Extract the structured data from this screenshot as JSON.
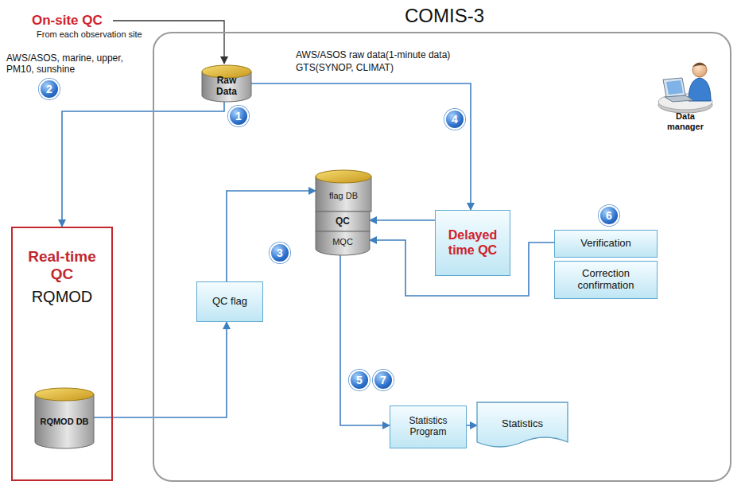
{
  "diagram": {
    "nodes": [
      {
        "text": [
          "COMIS-3"
        ]
      },
      {
        "text": [
          "Raw Data"
        ],
        "in": 0
      },
      {
        "text": [
          "Real-time QC",
          "RQMOD"
        ]
      },
      {
        "text": [
          "RQMOD DB"
        ],
        "in": 2
      },
      {
        "text": [
          "flag DB"
        ],
        "in": 0
      },
      {
        "text": [
          "QC"
        ],
        "in": 0
      },
      {
        "text": [
          "MQC"
        ],
        "in": 0
      },
      {
        "text": [
          "Delayed time QC"
        ],
        "in": 0
      },
      {
        "text": [
          "Verification"
        ],
        "in": 0
      },
      {
        "text": [
          "Correction confirmation"
        ],
        "in": 0
      },
      {
        "text": [
          "QC flag"
        ],
        "in": 0
      },
      {
        "text": [
          "Statistics Program"
        ],
        "in": 0
      },
      {
        "text": [
          "Statistics"
        ],
        "in": 0
      }
    ],
    "edges": [
      {
        "from": 1,
        "to": 2,
        "arrow": "to"
      },
      {
        "from": 3,
        "to": 10,
        "arrow": "to"
      },
      {
        "from": 10,
        "to": 4,
        "arrow": "to"
      },
      {
        "from": 1,
        "to": 7,
        "arrow": "to"
      },
      {
        "from": 7,
        "to": 5,
        "arrow": "to"
      },
      {
        "from": 8,
        "to": 6,
        "arrow": "to"
      },
      {
        "from": 6,
        "to": 11,
        "arrow": "to"
      },
      {
        "from": 11,
        "to": 12,
        "arrow": "to"
      }
    ],
    "labels": [
      "On-site QC",
      "From each observation site",
      "AWS/ASOS, marine, upper, PM10, sunshine",
      "AWS/ASOS raw data(1-minute data)",
      "GTS(SYNOP, CLIMAT)",
      "Data manager",
      "1",
      "2",
      "3",
      "4",
      "5",
      "6",
      "7"
    ]
  }
}
